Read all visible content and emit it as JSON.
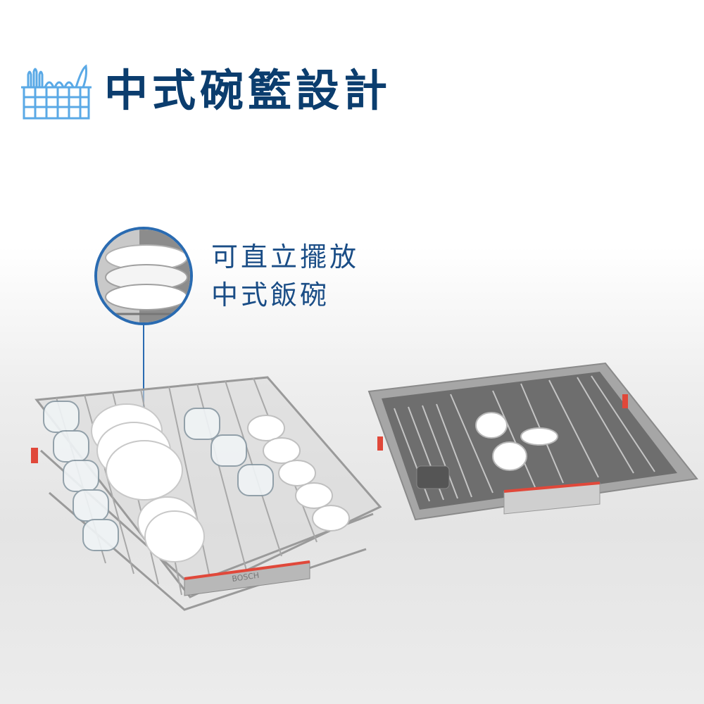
{
  "header": {
    "title": "中式碗籃設計",
    "icon": "dish-rack-icon",
    "accent_color": "#0b3d6e",
    "icon_color": "#5aa9e6"
  },
  "callout": {
    "line1": "可直立擺放",
    "line2": "中式飯碗",
    "color": "#1a4d86",
    "ring_color": "#2a6bb1"
  },
  "product": {
    "brand_text": "BOSCH",
    "lower_basket": "dish-basket",
    "cutlery_tray": "cutlery-drawer"
  }
}
